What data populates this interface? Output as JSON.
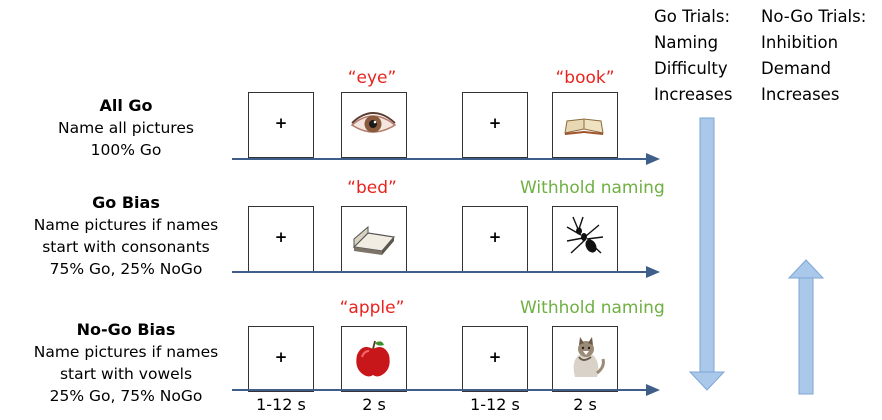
{
  "headers": {
    "go": [
      "Go Trials:",
      "Naming",
      "Difficulty",
      "Increases"
    ],
    "nogo": [
      "No-Go Trials:",
      "Inhibition",
      "Demand",
      "Increases"
    ]
  },
  "conditions": [
    {
      "title": "All Go",
      "lines": [
        "Name all pictures",
        "100% Go"
      ],
      "response1": "“eye”",
      "response2": "“book”",
      "picture1": "eye-image",
      "picture2": "book-image"
    },
    {
      "title": "Go Bias",
      "lines": [
        "Name pictures if names",
        "start with consonants",
        "75% Go, 25% NoGo"
      ],
      "response1": "“bed”",
      "response2": "Withhold naming",
      "picture1": "bed-image",
      "picture2": "ant-image"
    },
    {
      "title": "No-Go Bias",
      "lines": [
        "Name pictures if names",
        "start with vowels",
        "25% Go, 75% NoGo"
      ],
      "response1": "“apple”",
      "response2": "Withhold naming",
      "picture1": "apple-image",
      "picture2": "cat-image"
    }
  ],
  "fixation": "+",
  "timings": [
    "1-12 s",
    "2 s",
    "1-12 s",
    "2 s"
  ],
  "colors": {
    "go_response": "#e8231f",
    "nogo_response": "#6fb043",
    "timeline": "#3f5f8a",
    "trend_arrow": "#a9c8ea"
  }
}
